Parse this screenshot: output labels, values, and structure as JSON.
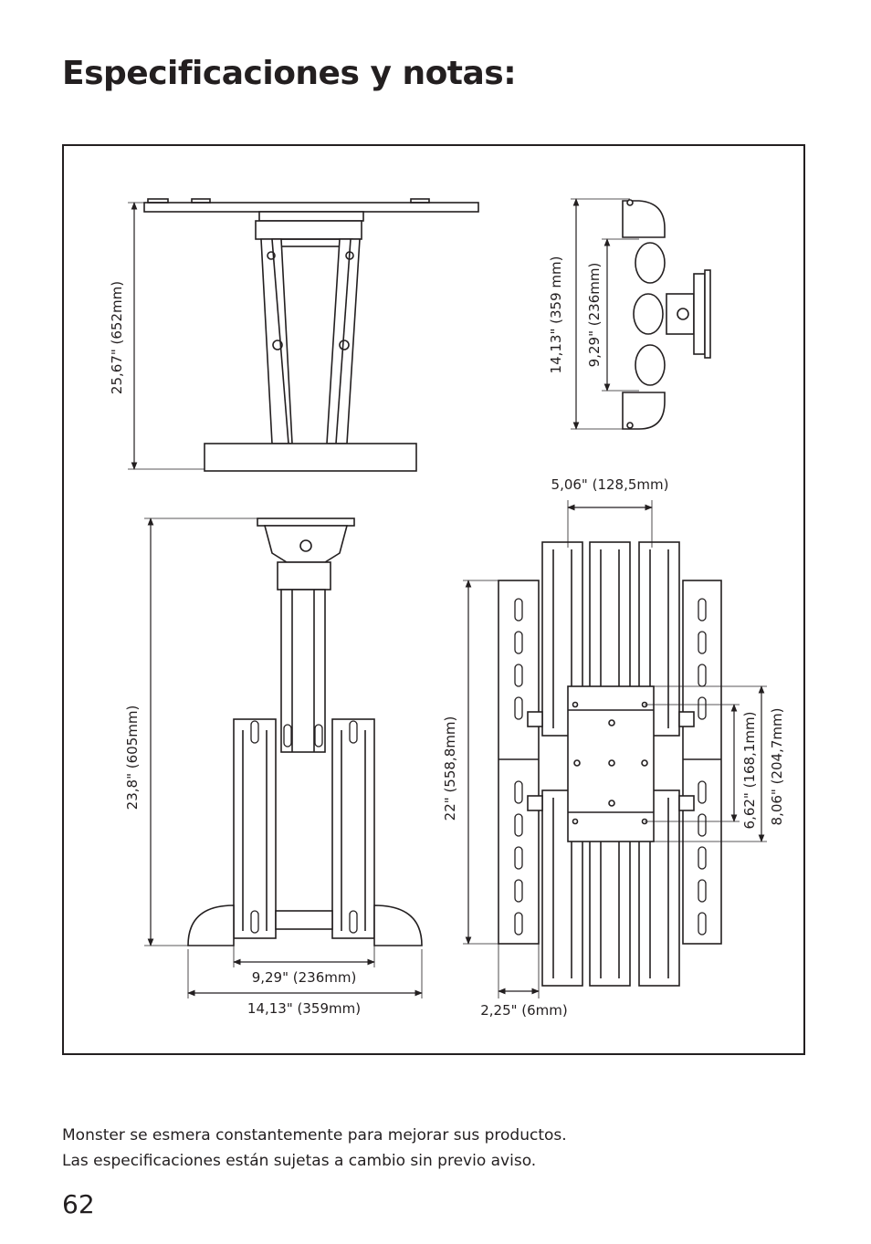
{
  "page": {
    "title": "Especificaciones y notas:",
    "page_number": "62",
    "notes": [
      "Monster se esmera constantemente para mejorar sus productos.",
      "Las especificaciones están sujetas a cambio sin previo aviso."
    ]
  },
  "dimensions": {
    "side_height": "25,67\" (652mm)",
    "top_height_outer": "14,13\" (359 mm)",
    "top_height_inner": "9,29\" (236mm)",
    "front_height": "23,8\" (605mm)",
    "front_width_inner": "9,29\" (236mm)",
    "front_width_outer": "14,13\" (359mm)",
    "back_top_width": "5,06\" (128,5mm)",
    "back_height": "22\" (558,8mm)",
    "back_hole_inner": "6,62\" (168,1mm)",
    "back_hole_outer": "8,06\" (204,7mm)",
    "back_bottom_width": "2,25\" (6mm)"
  }
}
